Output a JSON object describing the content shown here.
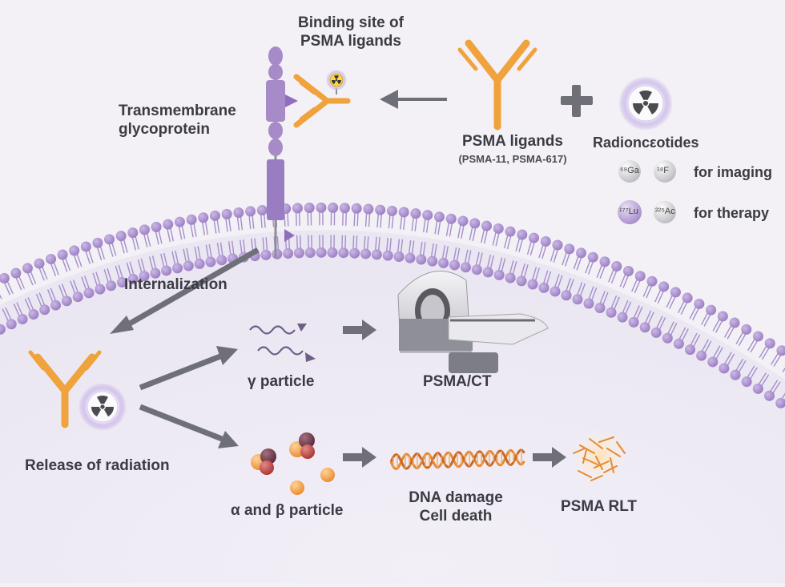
{
  "labels": {
    "binding_site_line1": "Binding site of",
    "binding_site_line2": "PSMA ligands",
    "transmembrane_line1": "Transmembrane",
    "transmembrane_line2": "glycoprotein",
    "psma_ligands": "PSMA ligands",
    "psma_ligands_examples": "(PSMA-11, PSMA-617)",
    "radionucleotides": "Radioncεotides",
    "for_imaging": "for imaging",
    "for_therapy": "for therapy",
    "internalization": "Internalization",
    "gamma_particle": "γ particle",
    "psma_ct": "PSMA/CT",
    "release_of_radiation": "Release of radiation",
    "alpha_beta_particle": "α and β particle",
    "dna_damage": "DNA damage",
    "cell_death": "Cell death",
    "psma_rlt": "PSMA RLT"
  },
  "isotopes": {
    "ga": "⁶⁸Ga",
    "f": "¹⁸F",
    "lu": "¹⁷⁷Lu",
    "ac": "²²⁵Ac"
  },
  "icons": [
    "radiation-icon",
    "antibody-icon",
    "ct-scanner-icon",
    "dna-helix-icon",
    "plus-icon",
    "arrow-icon"
  ],
  "colors": {
    "membrane": "#a58fc9",
    "membrane_dark": "#8c73b6",
    "antibody": "#f0a23c",
    "arrow": "#6f6f77",
    "text": "#3b3b43",
    "receptor": "#a78ac8"
  }
}
